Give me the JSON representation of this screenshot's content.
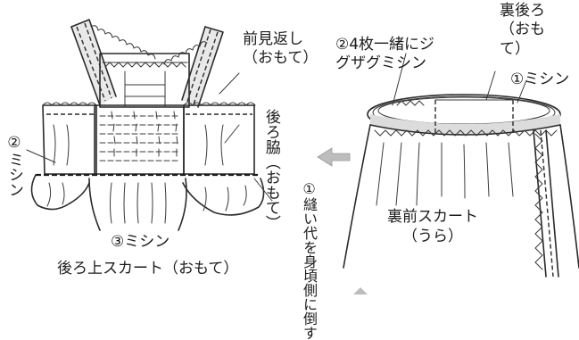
{
  "left_figure": {
    "labels": {
      "front_facing": "前見返し（おもて）",
      "back_side": "後ろ脇（おもて）",
      "stitch_2": "②ミシン",
      "stitch_1": "①縫い代を身頃側に倒す",
      "stitch_3": "③ミシン",
      "back_skirt": "後ろ上スカート（おもて）"
    }
  },
  "right_figure": {
    "labels": {
      "zigzag": "②4枚一緒にジグザグミシン",
      "back_back": "裏後ろ（おもて）",
      "stitch_1": "①ミシン",
      "front_skirt": "裏前スカート（うら）"
    }
  },
  "colors": {
    "line": "#2a2a2a",
    "arrow": "#bdbdbd",
    "shade": "#e9e9e9"
  }
}
